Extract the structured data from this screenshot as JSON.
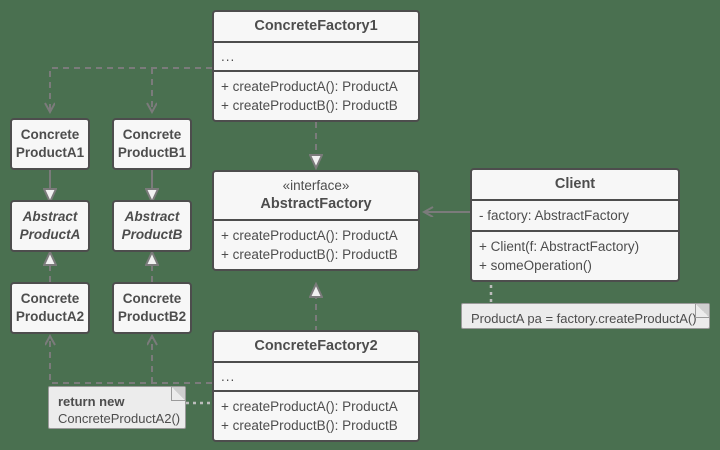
{
  "diagram": {
    "title": "Abstract Factory pattern UML class diagram",
    "background_color": "#4a7050",
    "box_fill": "#f7f7f7",
    "box_border": "#4d4d4d",
    "note_fill": "#ececec",
    "edge_color": "#7b7b7b"
  },
  "classes": {
    "concrete_factory1": {
      "name": "ConcreteFactory1",
      "attributes": "...",
      "operations": [
        "+ createProductA(): ProductA",
        "+ createProductB(): ProductB"
      ]
    },
    "abstract_factory": {
      "stereotype": "«interface»",
      "name": "AbstractFactory",
      "operations": [
        "+ createProductA(): ProductA",
        "+ createProductB(): ProductB"
      ]
    },
    "concrete_factory2": {
      "name": "ConcreteFactory2",
      "attributes": "...",
      "operations": [
        "+ createProductA(): ProductA",
        "+ createProductB(): ProductB"
      ]
    },
    "client": {
      "name": "Client",
      "attributes": [
        "- factory: AbstractFactory"
      ],
      "operations": [
        "+ Client(f: AbstractFactory)",
        "+ someOperation()"
      ]
    }
  },
  "products": {
    "concrete_product_a1": {
      "line1": "Concrete",
      "line2": "ProductA1"
    },
    "concrete_product_b1": {
      "line1": "Concrete",
      "line2": "ProductB1"
    },
    "abstract_product_a": {
      "line1": "Abstract",
      "line2": "ProductA"
    },
    "abstract_product_b": {
      "line1": "Abstract",
      "line2": "ProductB"
    },
    "concrete_product_a2": {
      "line1": "Concrete",
      "line2": "ProductA2"
    },
    "concrete_product_b2": {
      "line1": "Concrete",
      "line2": "ProductB2"
    }
  },
  "notes": {
    "client_note": {
      "text": "ProductA pa = factory.createProductA()"
    },
    "factory2_note": {
      "line1": "return new",
      "line2": "ConcreteProductA2()"
    }
  }
}
